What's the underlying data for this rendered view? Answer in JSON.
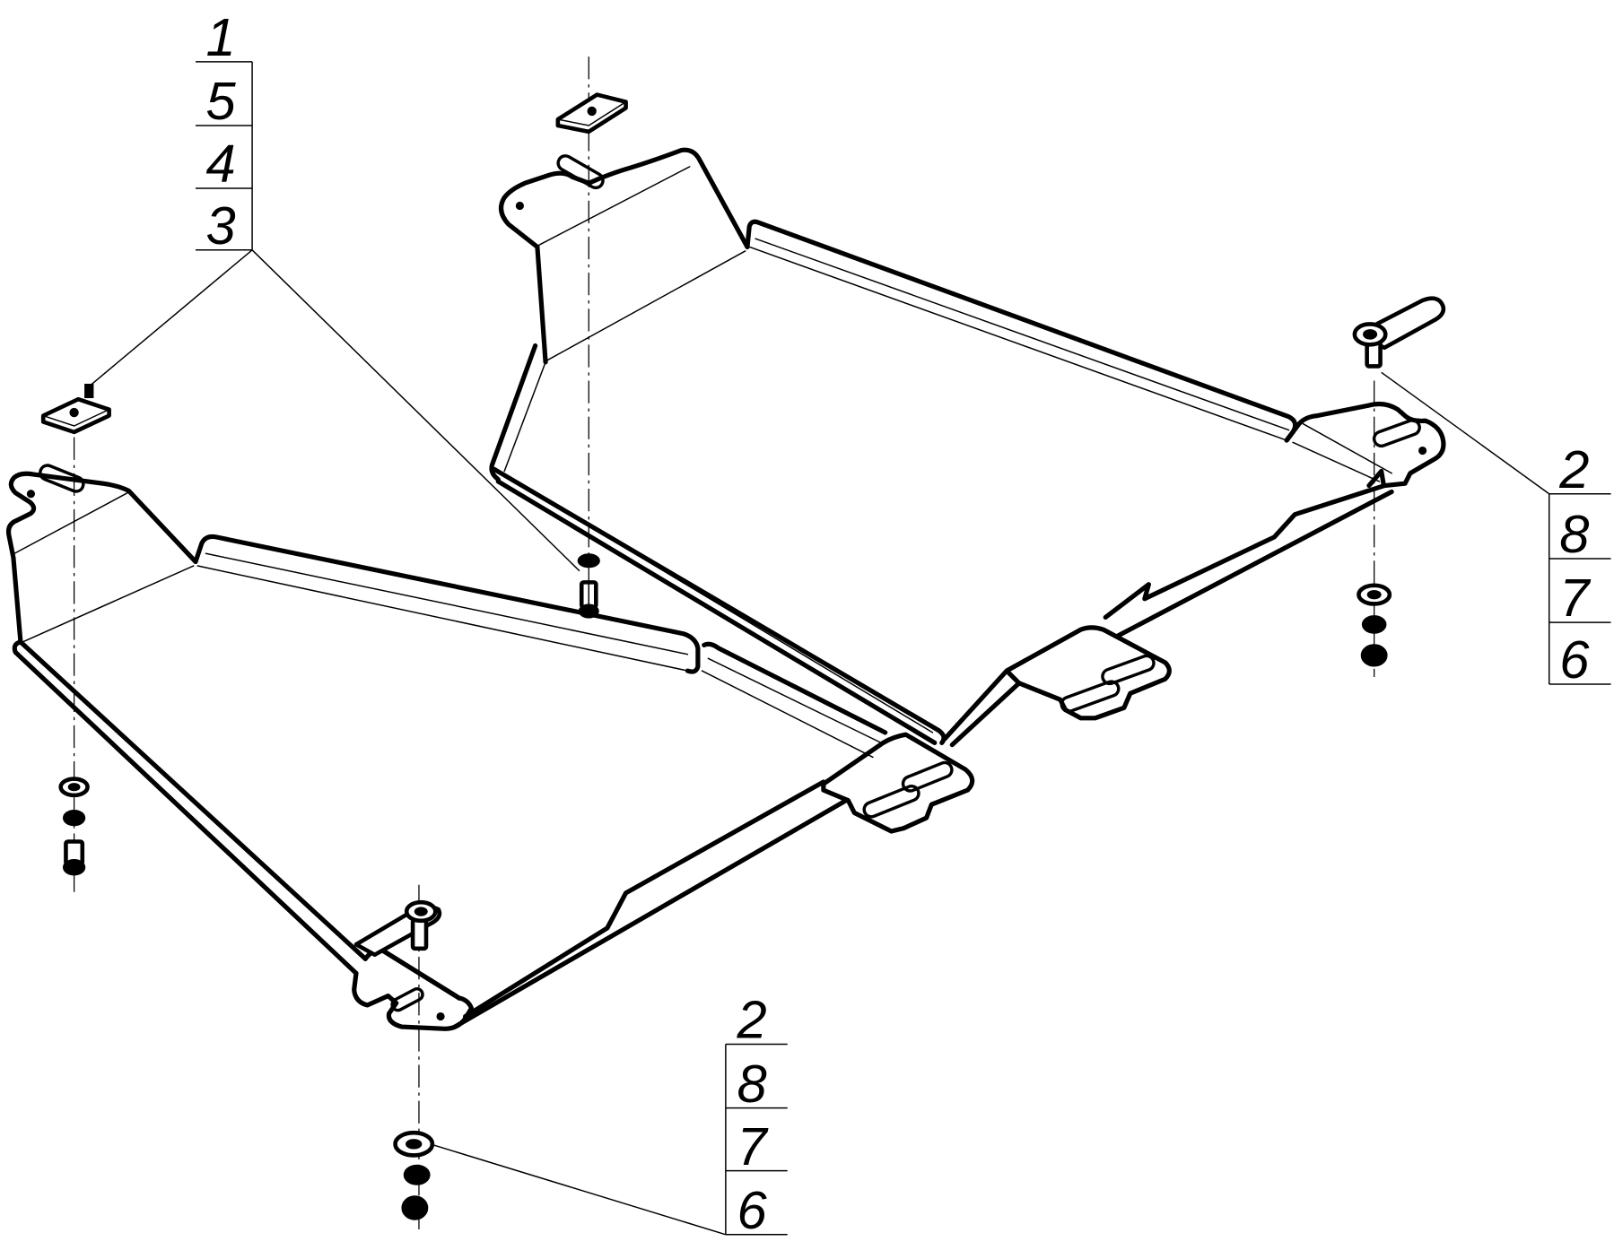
{
  "callouts": {
    "top_left": [
      "1",
      "5",
      "4",
      "3"
    ],
    "right": [
      "2",
      "8",
      "7",
      "6"
    ],
    "bottom": [
      "2",
      "8",
      "7",
      "6"
    ]
  },
  "colors": {
    "ink": "#000000",
    "paper": "#ffffff"
  }
}
